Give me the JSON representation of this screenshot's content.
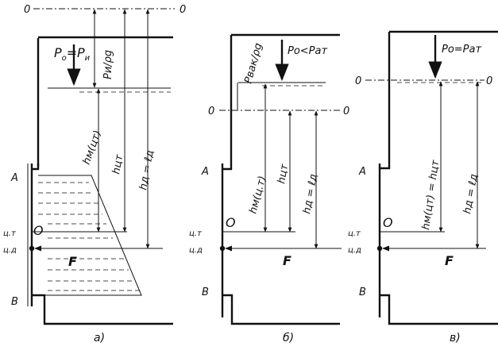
{
  "figure_a": {
    "plane_left": "0",
    "plane_right": "0",
    "p_label": "P",
    "p_sub": "o",
    "eq": "=",
    "p_label2": "P",
    "p_sub2": "и",
    "head_label": "Pи/ρg",
    "hm_label": "hм(цт)",
    "hct_label": "hцт",
    "hd_label": "hд = ℓд",
    "A": "A",
    "B": "B",
    "ct": "ц.т",
    "cd": "ц.д",
    "O": "O",
    "F": "F",
    "caption": "а)"
  },
  "figure_b": {
    "plane": "0",
    "plane_right": "0",
    "p_label": "Po<Pат",
    "vac_label": "Pвак/ρg",
    "hm_label": "hм(ц.т)",
    "hct_label": "hцт",
    "hd_label": "hд = ℓд",
    "A": "A",
    "B": "B",
    "ct": "ц.т",
    "cd": "ц.д",
    "O": "O",
    "F": "F",
    "caption": "б)"
  },
  "figure_c": {
    "plane_left": "0",
    "plane_right": "0",
    "p_label": "Po=Pат",
    "hm_label": "hм(цт) = hцт",
    "hd_label": "hд = ℓд",
    "A": "A",
    "B": "B",
    "ct": "ц.т",
    "cd": "ц.д",
    "O": "O",
    "F": "F",
    "caption": "в)"
  }
}
